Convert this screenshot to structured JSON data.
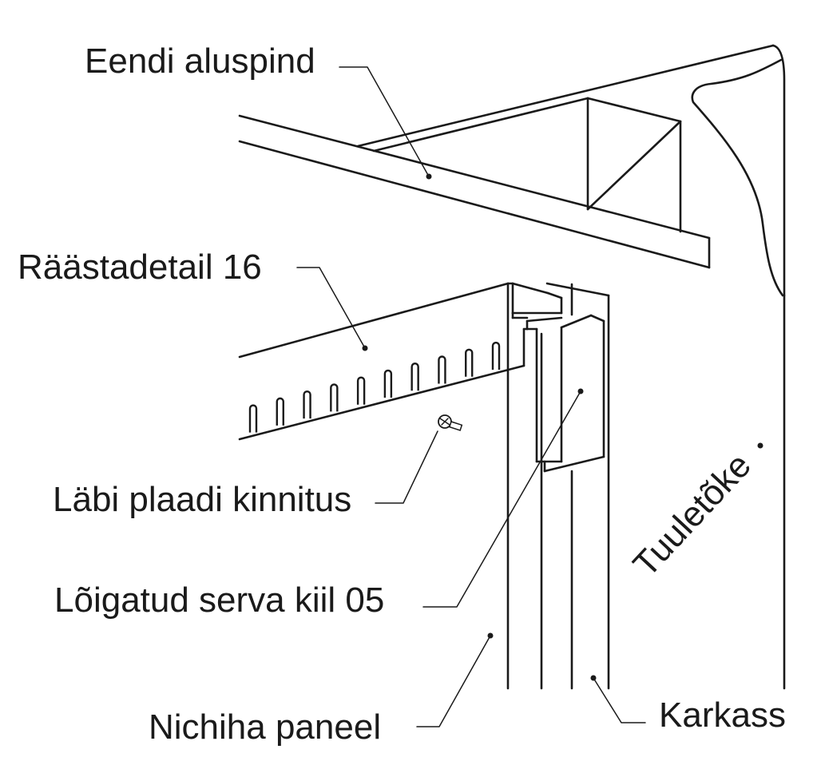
{
  "labels": {
    "eendi_aluspind": "Eendi aluspind",
    "raastadetail": "Räästadetail 16",
    "labi_plaadi_kinnitus": "Läbi plaadi kinnitus",
    "loigatud_serva_kiil": "Lõigatud serva kiil 05",
    "nichiha_paneel": "Nichiha paneel",
    "karkass": "Karkass",
    "tuuletoke": "Tuuletõke"
  }
}
